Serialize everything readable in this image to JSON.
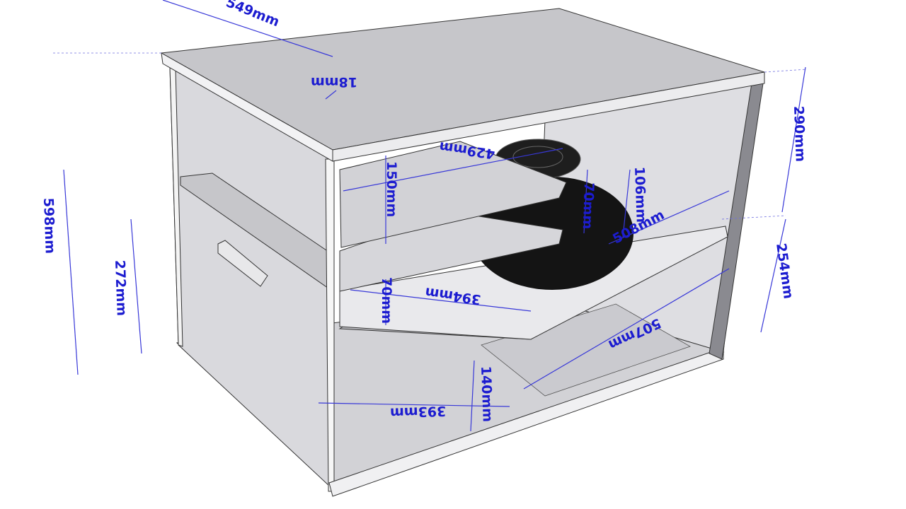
{
  "diagram": {
    "subject": "speaker-enclosure-3d-model",
    "colors": {
      "dimension": "#1c1cd0",
      "panel": "#d6d6da",
      "driver": "#151515"
    },
    "dimensions": {
      "top_depth": "549mm",
      "top_thickness": "18mm",
      "upper_shelf_width": "429mm",
      "upper_gap": "150mm",
      "driver_offset": "106mm",
      "driver_depth": "70mm",
      "middle_diagonal": "508mm",
      "upper_height": "290mm",
      "total_height": "598mm",
      "lower_height": "272mm",
      "lower_right_height": "254mm",
      "lower_shelf_width": "394mm",
      "lower_gap": "70mm",
      "lower_diagonal": "507mm",
      "bottom_gap": "140mm",
      "bottom_width": "393mm"
    }
  }
}
